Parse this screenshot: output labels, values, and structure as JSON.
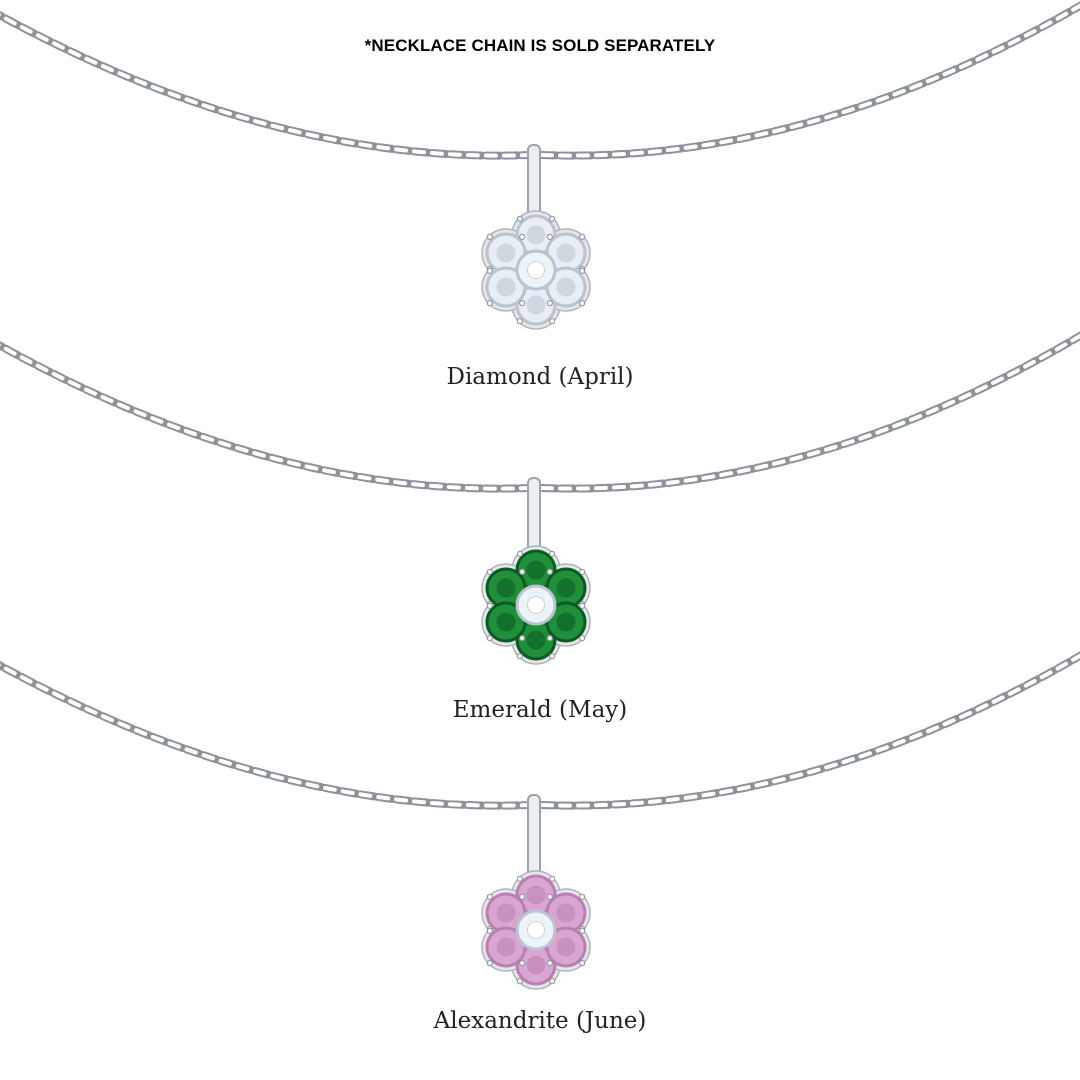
{
  "notice": "*NECKLACE CHAIN IS SOLD SEPARATELY",
  "pendants": [
    {
      "label": "Diamond (April)",
      "petal_color": "#e8eef4",
      "petal_dark": "#b9c4d0",
      "center_color": "#eef3f8"
    },
    {
      "label": "Emerald (May)",
      "petal_color": "#1f8f3a",
      "petal_dark": "#0b5a1f",
      "center_color": "#eef3f8"
    },
    {
      "label": "Alexandrite (June)",
      "petal_color": "#d9a6d2",
      "petal_dark": "#b97fb0",
      "center_color": "#eef3f8"
    }
  ],
  "metal_color": "#c9ccd1"
}
